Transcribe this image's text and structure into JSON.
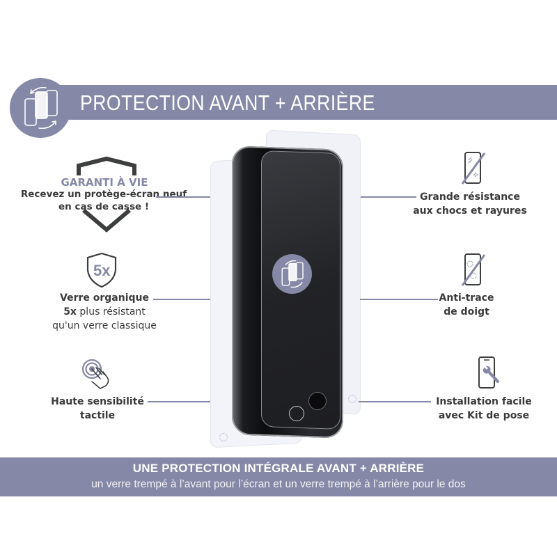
{
  "header": {
    "title": "PROTECTION AVANT + ARRIÈRE",
    "icon": "front-back-phone-rotate-icon",
    "band_color": "#8588a6"
  },
  "features_left": [
    {
      "id": "garanti",
      "icon": "shield-outline-icon",
      "title": "GARANTI À VIE",
      "lines": [
        "Recevez un protège-écran neuf",
        "en cas de casse !"
      ]
    },
    {
      "id": "verre-organique",
      "icon": "shield-5x-icon",
      "icon_text": "5x",
      "line1": "Verre organique",
      "line2_bold": "5x",
      "line2_rest": " plus résistant",
      "line3": "qu'un verre classique"
    },
    {
      "id": "sensibilite",
      "icon": "touch-finger-icon",
      "lines": [
        "Haute sensibilité",
        "tactile"
      ]
    }
  ],
  "features_right": [
    {
      "id": "resistance",
      "icon": "phone-scratch-icon",
      "lines": [
        "Grande résistance",
        "aux chocs et rayures"
      ]
    },
    {
      "id": "anti-trace",
      "icon": "phone-fingerprint-icon",
      "lines": [
        "Anti-trace",
        "de doigt"
      ]
    },
    {
      "id": "installation",
      "icon": "phone-wrench-icon",
      "lines": [
        "Installation facile",
        "avec Kit de pose"
      ]
    }
  ],
  "footer": {
    "title": "UNE PROTECTION INTÉGRALE AVANT + ARRIÈRE",
    "subtitle": "un verre trempé à l’avant pour l’écran et un verre trempé à l’arrière pour le dos"
  },
  "colors": {
    "accent": "#8588a6",
    "text": "#3a3a3a",
    "icon_dark": "#3c3f3d"
  }
}
